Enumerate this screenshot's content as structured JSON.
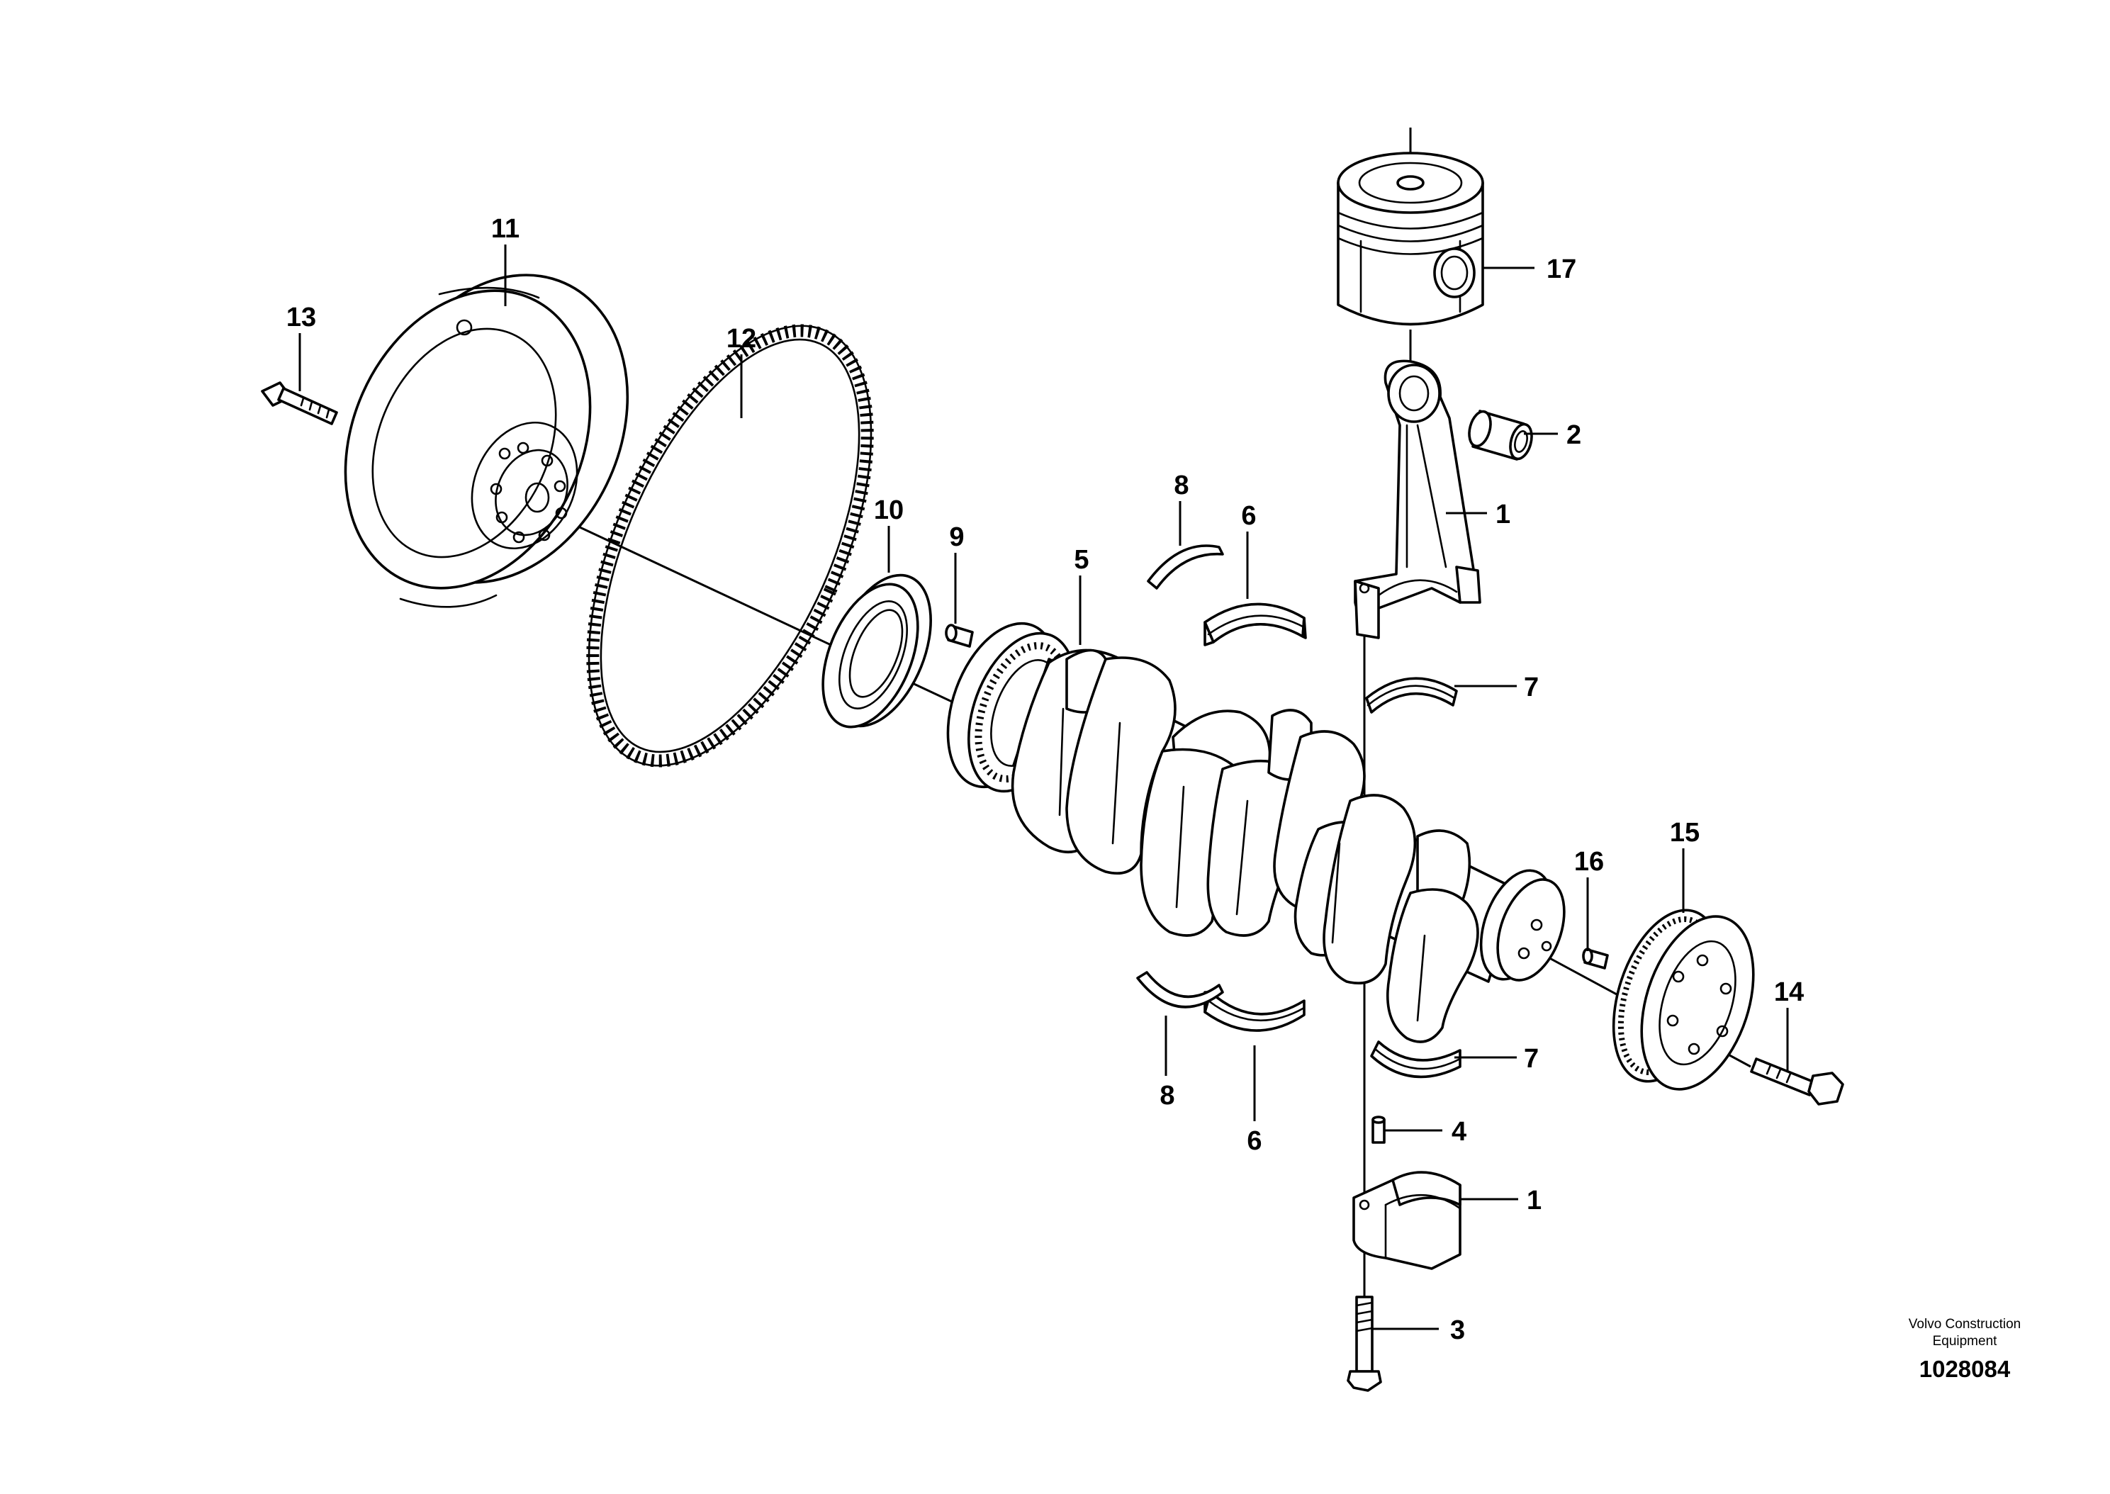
{
  "labels": {
    "l1a": "1",
    "l1b": "1",
    "l2": "2",
    "l3": "3",
    "l4": "4",
    "l5": "5",
    "l6a": "6",
    "l6b": "6",
    "l7a": "7",
    "l7b": "7",
    "l8a": "8",
    "l8b": "8",
    "l9": "9",
    "l10": "10",
    "l11": "11",
    "l12": "12",
    "l13": "13",
    "l14": "14",
    "l15": "15",
    "l16": "16",
    "l17": "17"
  },
  "footer": {
    "company_line1": "Volvo Construction",
    "company_line2": "Equipment",
    "drawing_number": "1028084"
  }
}
